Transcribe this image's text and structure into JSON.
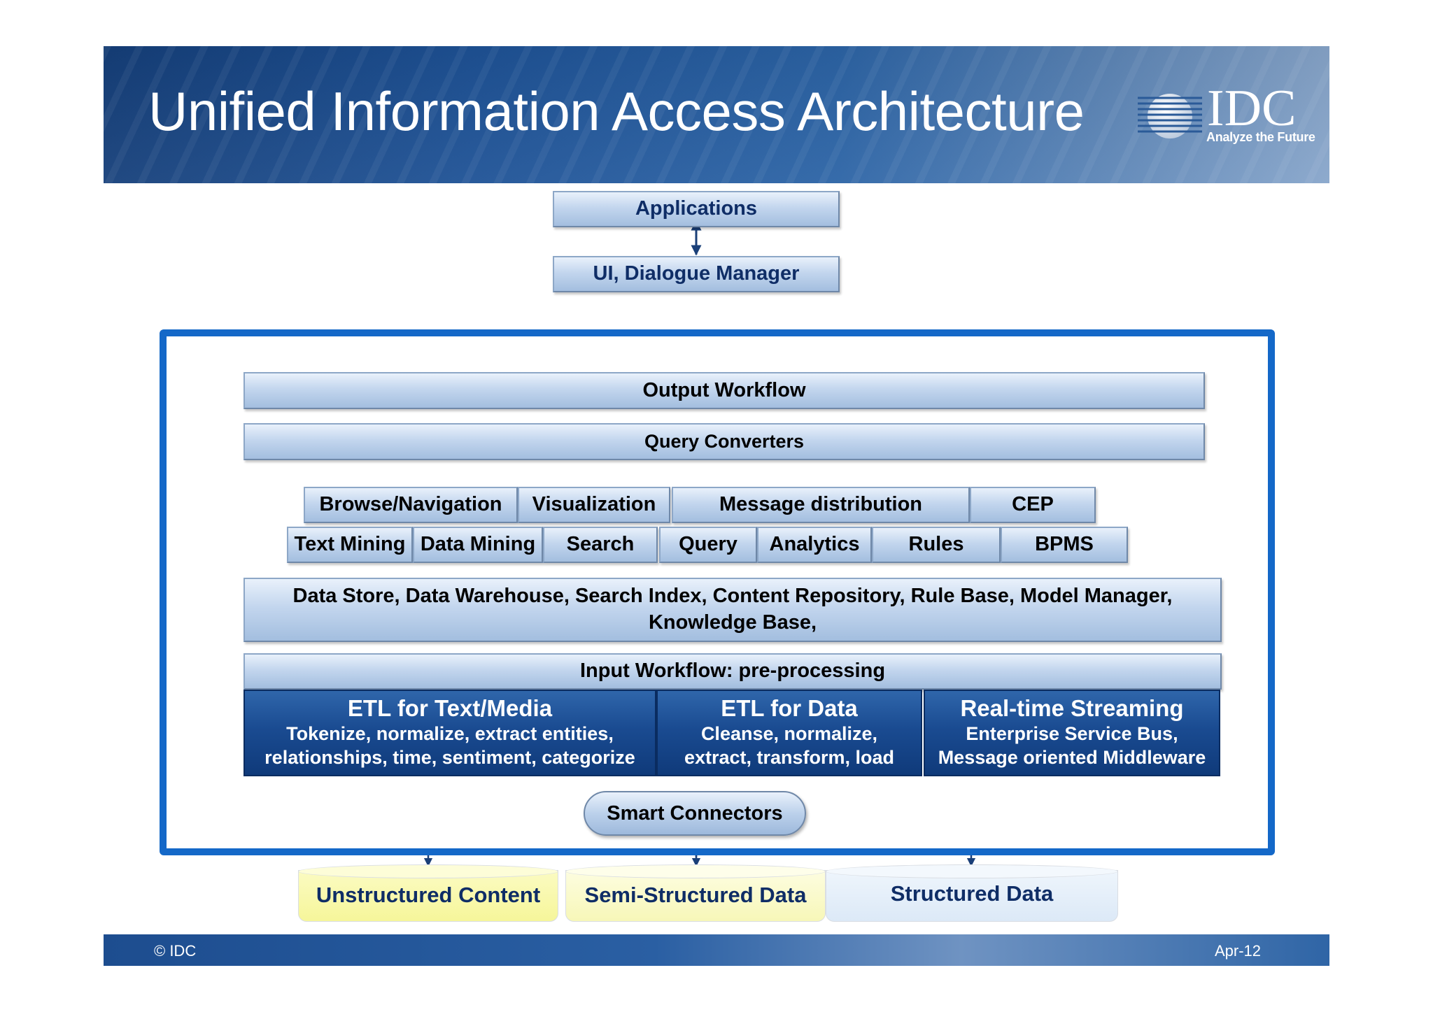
{
  "header": {
    "title": "Unified Information Access Architecture",
    "logo": "IDC",
    "logo_tagline": "Analyze the Future"
  },
  "top": {
    "applications": "Applications",
    "ui_dialogue": "UI, Dialogue Manager"
  },
  "layers": {
    "output_workflow": "Output Workflow",
    "query_converters": "Query Converters",
    "row1": [
      "Browse/Navigation",
      "Visualization",
      "Message distribution",
      "CEP"
    ],
    "row2": [
      "Text Mining",
      "Data Mining",
      "Search",
      "Query",
      "Analytics",
      "Rules",
      "BPMS"
    ],
    "data_store": "Data Store, Data Warehouse, Search Index, Content Repository, Rule Base, Model Manager, Knowledge Base,",
    "input_workflow": "Input Workflow: pre-processing"
  },
  "etl": [
    {
      "title": "ETL for Text/Media",
      "line1": "Tokenize, normalize, extract entities,",
      "line2": "relationships, time, sentiment, categorize"
    },
    {
      "title": "ETL for Data",
      "line1": "Cleanse, normalize,",
      "line2": "extract, transform, load"
    },
    {
      "title": "Real-time Streaming",
      "line1": "Enterprise Service Bus,",
      "line2": "Message oriented Middleware"
    }
  ],
  "connectors": "Smart Connectors",
  "sources": [
    "Unstructured Content",
    "Semi-Structured Data",
    "Structured Data"
  ],
  "footer": {
    "left": "© IDC",
    "right": "Apr-12"
  },
  "colors": {
    "frame": "#1468c8",
    "etl_fill": "#1a4b91",
    "box_fill": "#c3d6ee",
    "text_navy": "#0f2d66"
  }
}
